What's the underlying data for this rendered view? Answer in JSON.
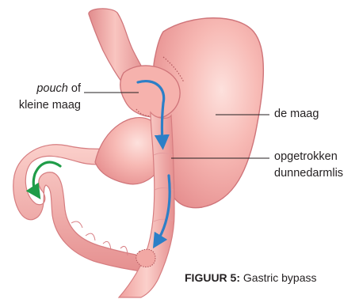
{
  "labels": {
    "pouch": {
      "emphasis": "pouch",
      "rest": " of",
      "line2": "kleine maag"
    },
    "stomach": "de maag",
    "limb": {
      "line1": "opgetrokken",
      "line2": "dunnedarmlis"
    }
  },
  "caption": {
    "figure_label": "FIGUUR 5:",
    "title": " Gastric bypass"
  },
  "colors": {
    "tissue": "#f3a7a3",
    "tissue_light": "#fbd1cd",
    "tissue_shadow": "#d9777a",
    "suture": "#b2585d",
    "flow_arrow_blue": "#2c7fc7",
    "flow_arrow_green": "#1f9c48",
    "leader_line": "#231f20"
  }
}
